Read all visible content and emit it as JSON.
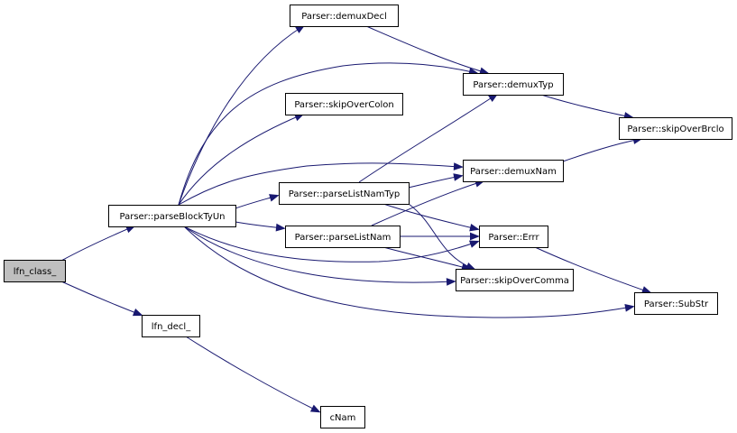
{
  "graph": {
    "nodes": [
      {
        "id": "lfn_class_",
        "label": "lfn_class_",
        "current": true
      },
      {
        "id": "parseBlockTyUn",
        "label": "Parser::parseBlockTyUn"
      },
      {
        "id": "lfn_decl_",
        "label": "lfn_decl_"
      },
      {
        "id": "cNam",
        "label": "cNam"
      },
      {
        "id": "demuxDecl",
        "label": "Parser::demuxDecl"
      },
      {
        "id": "skipOverColon",
        "label": "Parser::skipOverColon"
      },
      {
        "id": "parseListNamTyp",
        "label": "Parser::parseListNamTyp"
      },
      {
        "id": "parseListNam",
        "label": "Parser::parseListNam"
      },
      {
        "id": "demuxTyp",
        "label": "Parser::demuxTyp"
      },
      {
        "id": "demuxNam",
        "label": "Parser::demuxNam"
      },
      {
        "id": "Errr",
        "label": "Parser::Errr"
      },
      {
        "id": "skipOverComma",
        "label": "Parser::skipOverComma"
      },
      {
        "id": "skipOverBrclo",
        "label": "Parser::skipOverBrclo"
      },
      {
        "id": "SubStr",
        "label": "Parser::SubStr"
      }
    ],
    "edges": [
      {
        "from": "lfn_class_",
        "to": "parseBlockTyUn"
      },
      {
        "from": "lfn_class_",
        "to": "lfn_decl_"
      },
      {
        "from": "lfn_decl_",
        "to": "cNam"
      },
      {
        "from": "parseBlockTyUn",
        "to": "demuxDecl"
      },
      {
        "from": "parseBlockTyUn",
        "to": "demuxTyp"
      },
      {
        "from": "parseBlockTyUn",
        "to": "skipOverColon"
      },
      {
        "from": "parseBlockTyUn",
        "to": "demuxNam"
      },
      {
        "from": "parseBlockTyUn",
        "to": "parseListNamTyp"
      },
      {
        "from": "parseBlockTyUn",
        "to": "parseListNam"
      },
      {
        "from": "parseBlockTyUn",
        "to": "Errr"
      },
      {
        "from": "parseBlockTyUn",
        "to": "skipOverComma"
      },
      {
        "from": "parseBlockTyUn",
        "to": "SubStr"
      },
      {
        "from": "demuxDecl",
        "to": "demuxTyp"
      },
      {
        "from": "demuxTyp",
        "to": "skipOverBrclo"
      },
      {
        "from": "demuxNam",
        "to": "skipOverBrclo"
      },
      {
        "from": "parseListNamTyp",
        "to": "demuxTyp"
      },
      {
        "from": "parseListNamTyp",
        "to": "demuxNam"
      },
      {
        "from": "parseListNamTyp",
        "to": "Errr"
      },
      {
        "from": "parseListNamTyp",
        "to": "skipOverComma"
      },
      {
        "from": "parseListNam",
        "to": "demuxNam"
      },
      {
        "from": "parseListNam",
        "to": "Errr"
      },
      {
        "from": "parseListNam",
        "to": "skipOverComma"
      },
      {
        "from": "Errr",
        "to": "SubStr"
      }
    ]
  },
  "colors": {
    "edge": "#191970",
    "node_border": "#000000",
    "node_fill": "#ffffff",
    "current_node_fill": "#bfbfbf",
    "background": "#ffffff"
  }
}
